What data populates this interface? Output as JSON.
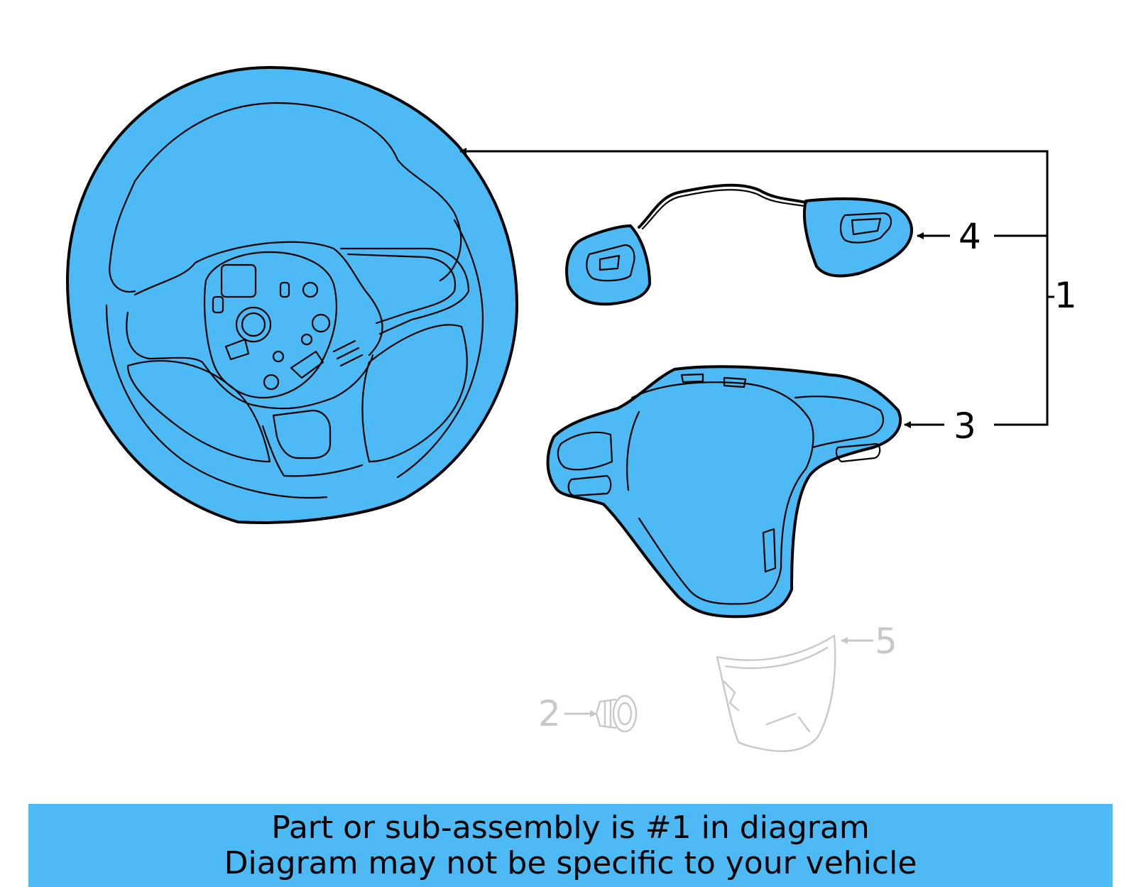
{
  "callouts": {
    "c1": "1",
    "c2": "2",
    "c3": "3",
    "c4": "4",
    "c5": "5"
  },
  "banner": {
    "line1": "Part or sub-assembly is #1 in diagram",
    "line2": "Diagram may not be specific to your vehicle"
  },
  "colors": {
    "highlight": "#4db9f5",
    "outline": "#000000",
    "dimmed": "#c8c8c8"
  }
}
